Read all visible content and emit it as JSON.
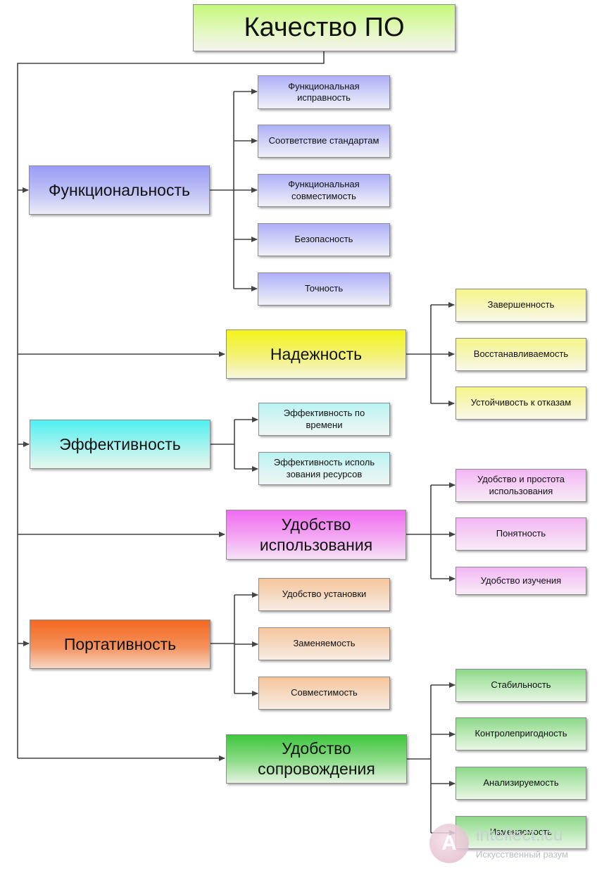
{
  "root": {
    "label": "Качество ПО"
  },
  "categories": [
    {
      "id": "functionality",
      "label": "Функциональность",
      "children": [
        "Функциональная\nисправность",
        "Соответствие стандартам",
        "Функциональная\nсовместимость",
        "Безопасность",
        "Точность"
      ]
    },
    {
      "id": "reliability",
      "label": "Надежность",
      "children": [
        "Завершенность",
        "Восстанавливаемость",
        "Устойчивость к отказам"
      ]
    },
    {
      "id": "efficiency",
      "label": "Эффективность",
      "children": [
        "Эффективность по\nвремени",
        "Эффективность исполь\nзования ресурсов"
      ]
    },
    {
      "id": "usability",
      "label": "Удобство\nиспользования",
      "children": [
        "Удобство и простота\nиспользования",
        "Понятность",
        "Удобство изучения"
      ]
    },
    {
      "id": "portability",
      "label": "Портативность",
      "children": [
        "Удобство установки",
        "Заменяемость",
        "Совместимость"
      ]
    },
    {
      "id": "maintainability",
      "label": "Удобство\nсопровождения",
      "children": [
        "Стабильность",
        "Контролепригодность",
        "Анализируемость",
        "Изменяемость"
      ]
    }
  ],
  "watermark": {
    "title": "intellect.icu",
    "subtitle": "Искусственный разум",
    "logo_letter": "A"
  },
  "colors": {
    "line": "#444444",
    "root": "#c5f97a",
    "functionality": "#9a9cf6",
    "reliability": "#f4f41a",
    "efficiency": "#4ff0f2",
    "usability": "#f06cf2",
    "portability": "#f46820",
    "maintainability": "#3ec63e"
  }
}
